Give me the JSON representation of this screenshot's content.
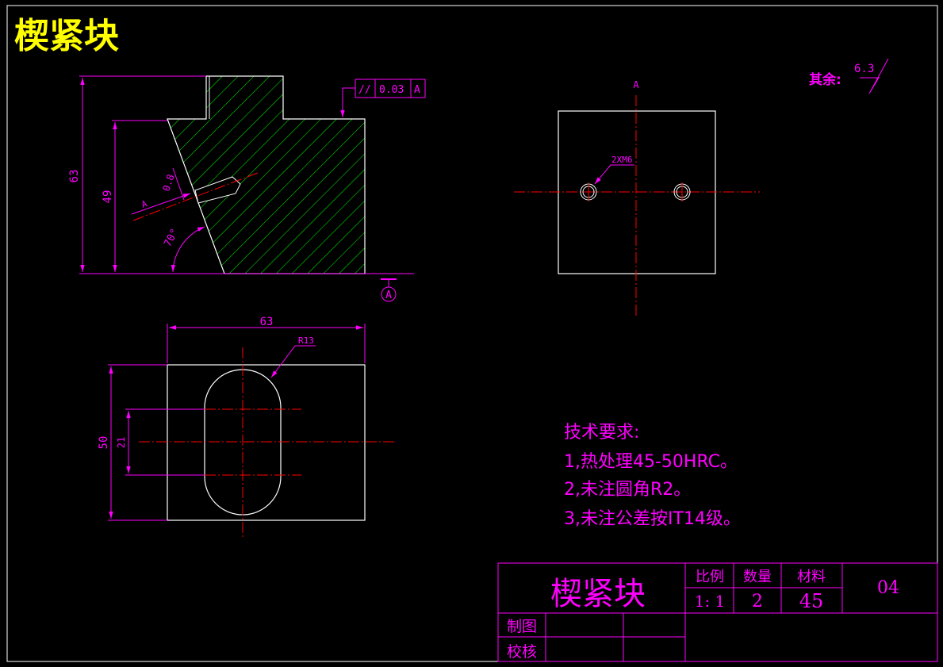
{
  "drawing_title": "楔紧块",
  "roughness_other": {
    "label": "其余:",
    "value": "6.3"
  },
  "front_view": {
    "dim_height_total": "63",
    "dim_height_slope": "49",
    "dim_angle": "70°",
    "dim_hole_offset": "0.8",
    "section_label": "A",
    "parallelism": {
      "symbol": "//",
      "tolerance": "0.03",
      "datum": "A"
    },
    "datum_label": "A"
  },
  "side_view": {
    "view_label": "A",
    "hole_callout": "2XM6"
  },
  "top_view": {
    "dim_width": "63",
    "dim_depth": "50",
    "dim_slot": "21",
    "dim_radius": "R13"
  },
  "tech_requirements": {
    "heading": "技术要求:",
    "items": [
      "1,热处理45-50HRC。",
      "2,未注圆角R2。",
      "3,未注公差按IT14级。"
    ]
  },
  "title_block": {
    "part_name": "楔紧块",
    "scale_label": "比例",
    "scale_value": "1: 1",
    "qty_label": "数量",
    "qty_value": "2",
    "material_label": "材料",
    "material_value": "45",
    "drawing_no": "04",
    "drawn_label": "制图",
    "checked_label": "校核"
  },
  "colors": {
    "background": "#000000",
    "outline": "#ffffff",
    "dimension": "#ff00ff",
    "centerline": "#ff0000",
    "hatch": "#00ff00",
    "title": "#ffff00"
  }
}
